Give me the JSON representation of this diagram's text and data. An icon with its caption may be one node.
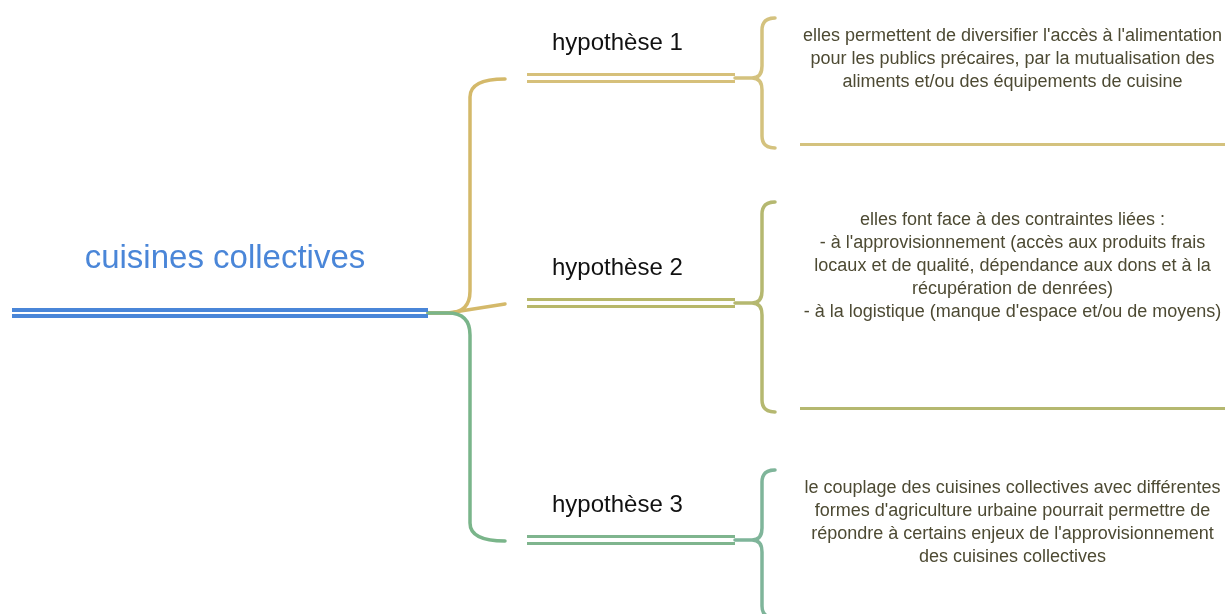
{
  "diagram": {
    "nodes": [
      {
        "text": [
          "cuisines collectives"
        ]
      },
      {
        "text": [
          "hypothèse 1"
        ]
      },
      {
        "text": [
          "hypothèse 2"
        ]
      },
      {
        "text": [
          "hypothèse 3"
        ]
      },
      {
        "text": [
          "elles permettent de diversifier l'accès à l'alimentation pour les publics précaires, par la mutualisation des aliments et/ou des équipements de cuisine"
        ]
      },
      {
        "text": [
          "elles font face à des contraintes liées :",
          "- à l'approvisionnement (accès aux produits frais locaux et de qualité, dépendance aux dons et à la récupération de denrées)",
          "- à la logistique (manque d'espace et/ou de moyens)"
        ]
      },
      {
        "text": [
          "le couplage des cuisines collectives avec différentes formes d'agriculture urbaine pourrait permettre de répondre à certains enjeux de l'approvisionnement des cuisines collectives"
        ]
      }
    ],
    "edges": [
      {
        "from": 0,
        "to": 1,
        "arrow": "none",
        "color": "#d4b96a"
      },
      {
        "from": 0,
        "to": 2,
        "arrow": "none",
        "color": "#d4b96a"
      },
      {
        "from": 0,
        "to": 3,
        "arrow": "none",
        "color": "#7ab58a"
      },
      {
        "from": 1,
        "to": 4,
        "arrow": "none",
        "color": "#d4c27e"
      },
      {
        "from": 2,
        "to": 5,
        "arrow": "none",
        "color": "#b5b870"
      },
      {
        "from": 3,
        "to": 6,
        "arrow": "none",
        "color": "#7fb59a"
      }
    ]
  }
}
